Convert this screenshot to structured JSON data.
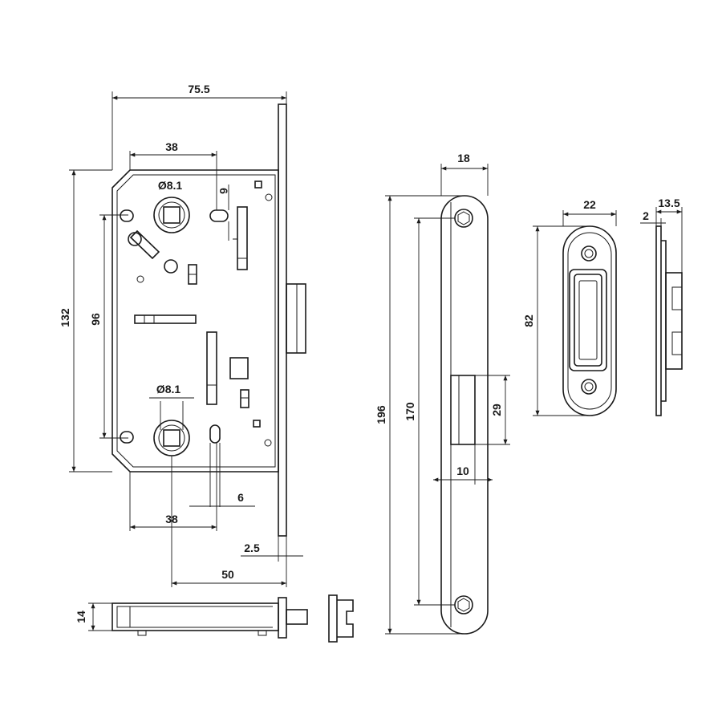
{
  "dimensions": {
    "body_width": "75.5",
    "spindle_center_offset": "38",
    "spindle_diameter_top": "Ø8.1",
    "slot_width_top": "6",
    "body_height": "132",
    "spindle_spacing": "96",
    "spindle_diameter_bottom": "Ø8.1",
    "slot_width_bottom": "6",
    "spindle_center_offset_bottom": "38",
    "faceplate_thickness": "2.5",
    "backset": "50",
    "body_depth": "14",
    "faceplate_width": "18",
    "faceplate_length": "196",
    "screw_spacing": "170",
    "latch_height": "29",
    "latch_width": "10",
    "strike_width": "22",
    "strike_depth": "13.5",
    "strike_thickness": "2",
    "strike_height": "82"
  }
}
